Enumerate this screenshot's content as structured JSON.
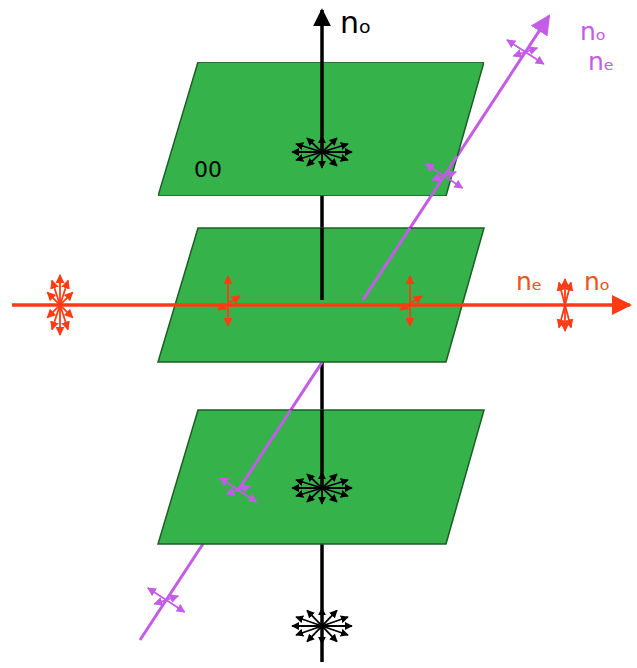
{
  "diagram": {
    "nodes": [
      {
        "text": [
          "00"
        ]
      }
    ],
    "labels": [
      "nₒ",
      "nₒ",
      "nₑ",
      "nₑ",
      "nₒ"
    ]
  }
}
